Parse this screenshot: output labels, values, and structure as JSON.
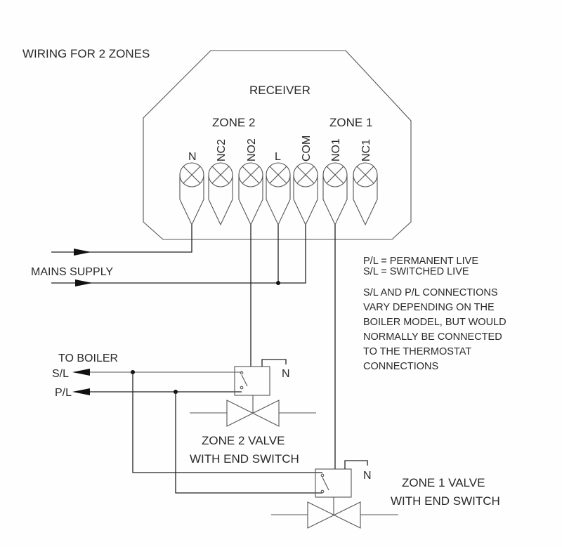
{
  "diagram": {
    "title": "WIRING FOR 2 ZONES",
    "receiver": {
      "label": "RECEIVER",
      "zone2_label": "ZONE 2",
      "zone1_label": "ZONE 1",
      "terminals": [
        "N",
        "NC2",
        "NO2",
        "L",
        "COM",
        "NO1",
        "NC1"
      ]
    },
    "mains_supply_label": "MAINS SUPPLY",
    "legend": {
      "pl": "P/L = PERMANENT LIVE",
      "sl": "S/L = SWITCHED LIVE",
      "note_lines": [
        "S/L AND P/L CONNECTIONS",
        "VARY DEPENDING ON THE",
        "BOILER MODEL, BUT WOULD",
        "NORMALLY BE CONNECTED",
        "TO THE THERMOSTAT",
        "CONNECTIONS"
      ]
    },
    "boiler": {
      "label": "TO BOILER",
      "sl": "S/L",
      "pl": "P/L"
    },
    "zone2_valve": {
      "neutral": "N",
      "label_line1": "ZONE 2 VALVE",
      "label_line2": "WITH END SWITCH"
    },
    "zone1_valve": {
      "neutral": "N",
      "label_line1": "ZONE 1 VALVE",
      "label_line2": "WITH END SWITCH"
    }
  }
}
